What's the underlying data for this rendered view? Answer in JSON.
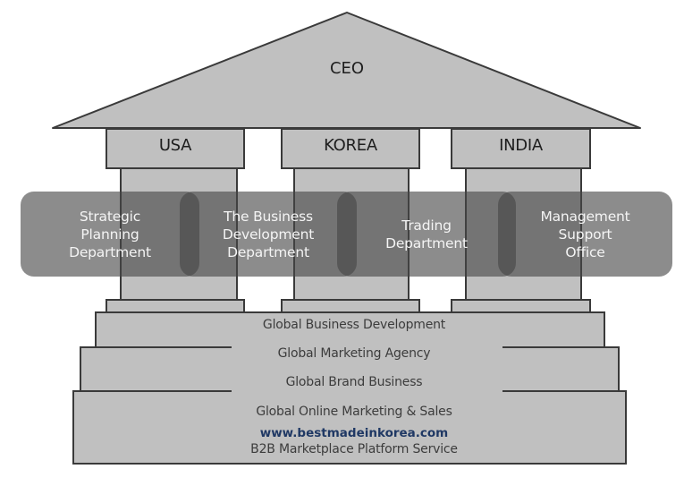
{
  "roof": {
    "label": "CEO"
  },
  "columns": [
    {
      "label": "USA"
    },
    {
      "label": "KOREA"
    },
    {
      "label": "INDIA"
    }
  ],
  "departments": [
    {
      "label": "Strategic\nPlanning\nDepartment"
    },
    {
      "label": "The Business\nDevelopment\nDepartment"
    },
    {
      "label": "Trading\nDepartment"
    },
    {
      "label": "Management\nSupport\nOffice"
    }
  ],
  "foundation": {
    "steps": [
      {
        "label": "Global Business Development"
      },
      {
        "label": "Global Marketing Agency"
      },
      {
        "label": "Global Brand Business"
      },
      {
        "label": "Global Online Marketing & Sales"
      }
    ],
    "website": "www.bestmadeinkorea.com",
    "tagline": "B2B Marketplace Platform Service"
  },
  "colors": {
    "stone": "#c0c0c0",
    "outline": "#3a3a3a",
    "band": "#898989",
    "url": "#1f3864"
  }
}
